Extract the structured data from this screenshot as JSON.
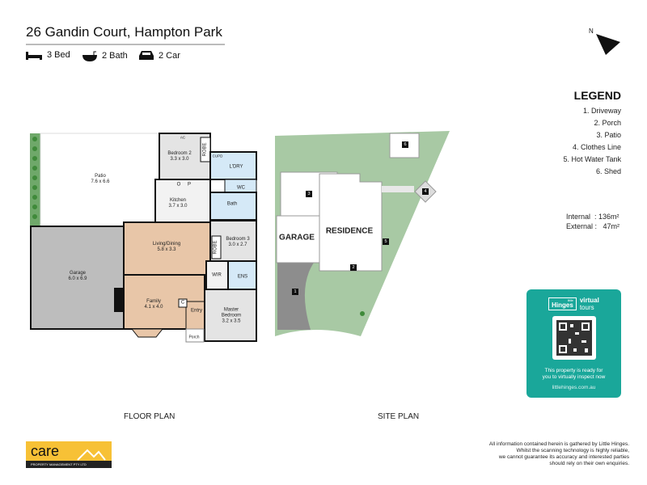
{
  "title": "26 Gandin Court, Hampton Park",
  "features": [
    {
      "icon": "bed-icon",
      "label": "3 Bed"
    },
    {
      "icon": "bath-icon",
      "label": "2 Bath"
    },
    {
      "icon": "car-icon",
      "label": "2 Car"
    }
  ],
  "compass": "N",
  "legend": {
    "title": "LEGEND",
    "items": [
      "1. Driveway",
      "2. Porch",
      "3. Patio",
      "4. Clothes Line",
      "5. Hot Water Tank",
      "6. Shed"
    ]
  },
  "areas": {
    "internal": "Internal  : 136m²",
    "external": "External :   47m²"
  },
  "floor_plan": {
    "caption": "FLOOR PLAN",
    "rooms": {
      "patio": [
        "Patio",
        "7.6 x 6.6"
      ],
      "garage": [
        "Garage",
        "6.0 x 6.9"
      ],
      "bed2": [
        "Bedroom 2",
        "3.3 x 3.0"
      ],
      "kitchen": [
        "Kitchen",
        "3.7 x 3.0"
      ],
      "living": [
        "Living/Dining",
        "5.8 x 3.3"
      ],
      "family": [
        "Family",
        "4.1 x 4.0"
      ],
      "bed3": [
        "Bedroom 3",
        "3.0 x 2.7"
      ],
      "master": [
        "Master",
        "Bedroom",
        "3.2 x 3.5"
      ],
      "ldry": "L'DRY",
      "wc": "WC",
      "bath": "Bath",
      "ens": "ENS",
      "wir": "WIR",
      "entry": "Entry",
      "porch": "Porch",
      "robe": "ROBE",
      "cupd": "CUPD",
      "ac": "AC",
      "c": "C",
      "o": "O",
      "p": "P"
    }
  },
  "site_plan": {
    "caption": "SITE PLAN",
    "garage": "GARAGE",
    "residence": "RESIDENCE",
    "markers": [
      "1",
      "2",
      "3",
      "4",
      "5",
      "6"
    ]
  },
  "qr_card": {
    "brand": "Hinges",
    "brand_small": "little",
    "product1": "virtual",
    "product2": "tours",
    "text1": "This property is ready for",
    "text2": "you to virtually inspect now",
    "url": "littlehinges.com.au",
    "color": "#1aa79a"
  },
  "logo": {
    "name": "care",
    "sub": "PROPERTY MANAGEMENT PTY LTD"
  },
  "disclaimer": [
    "All information contained herein is gathered by Little Hinges.",
    "Whilst the scanning technology is highly reliable,",
    "we cannot guarantee its accuracy and interested parties",
    "should rely on their own enquiries."
  ]
}
